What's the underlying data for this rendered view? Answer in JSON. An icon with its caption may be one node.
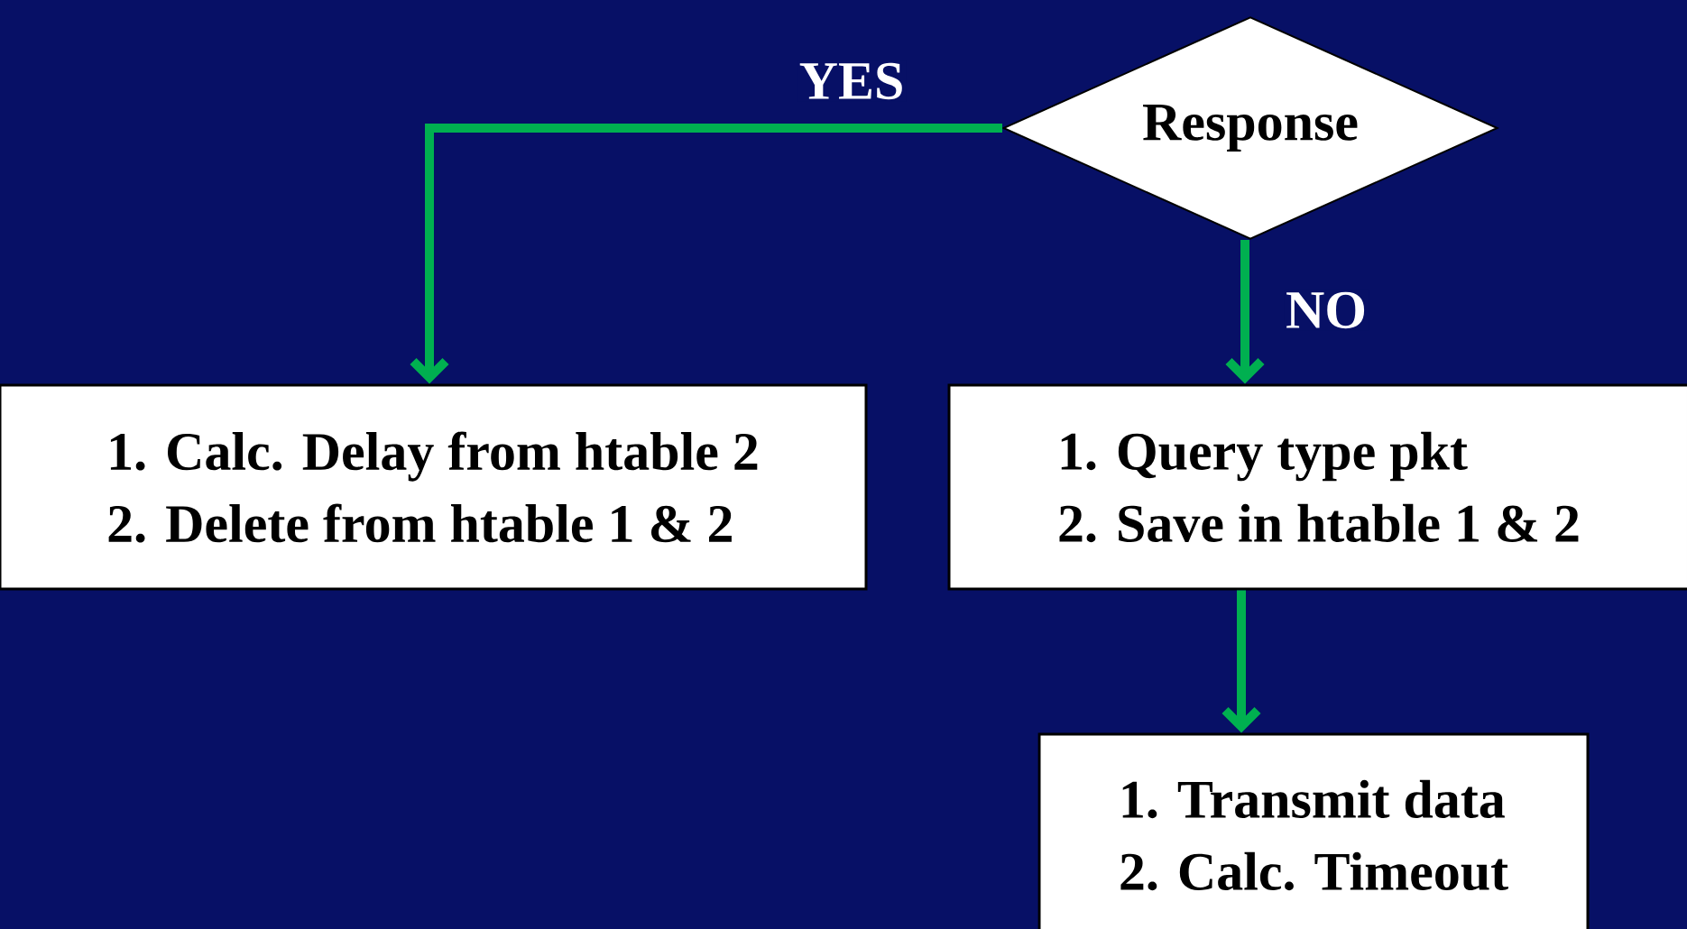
{
  "diagram": {
    "nodes": [
      {
        "text": [
          "Response"
        ]
      },
      {
        "text": [
          "1. Calc. Delay from htable 2",
          "2. Delete from htable 1 & 2"
        ]
      },
      {
        "text": [
          "1. Query type pkt",
          "2. Save in htable 1 & 2"
        ]
      },
      {
        "text": [
          "1. Transmit data",
          "2. Calc. Timeout"
        ]
      }
    ],
    "edges": [
      {
        "from": 0,
        "to": 1,
        "arrow": "to",
        "label": "YES"
      },
      {
        "from": 0,
        "to": 2,
        "arrow": "to",
        "label": "NO"
      },
      {
        "from": 2,
        "to": 3,
        "arrow": "to"
      }
    ]
  }
}
